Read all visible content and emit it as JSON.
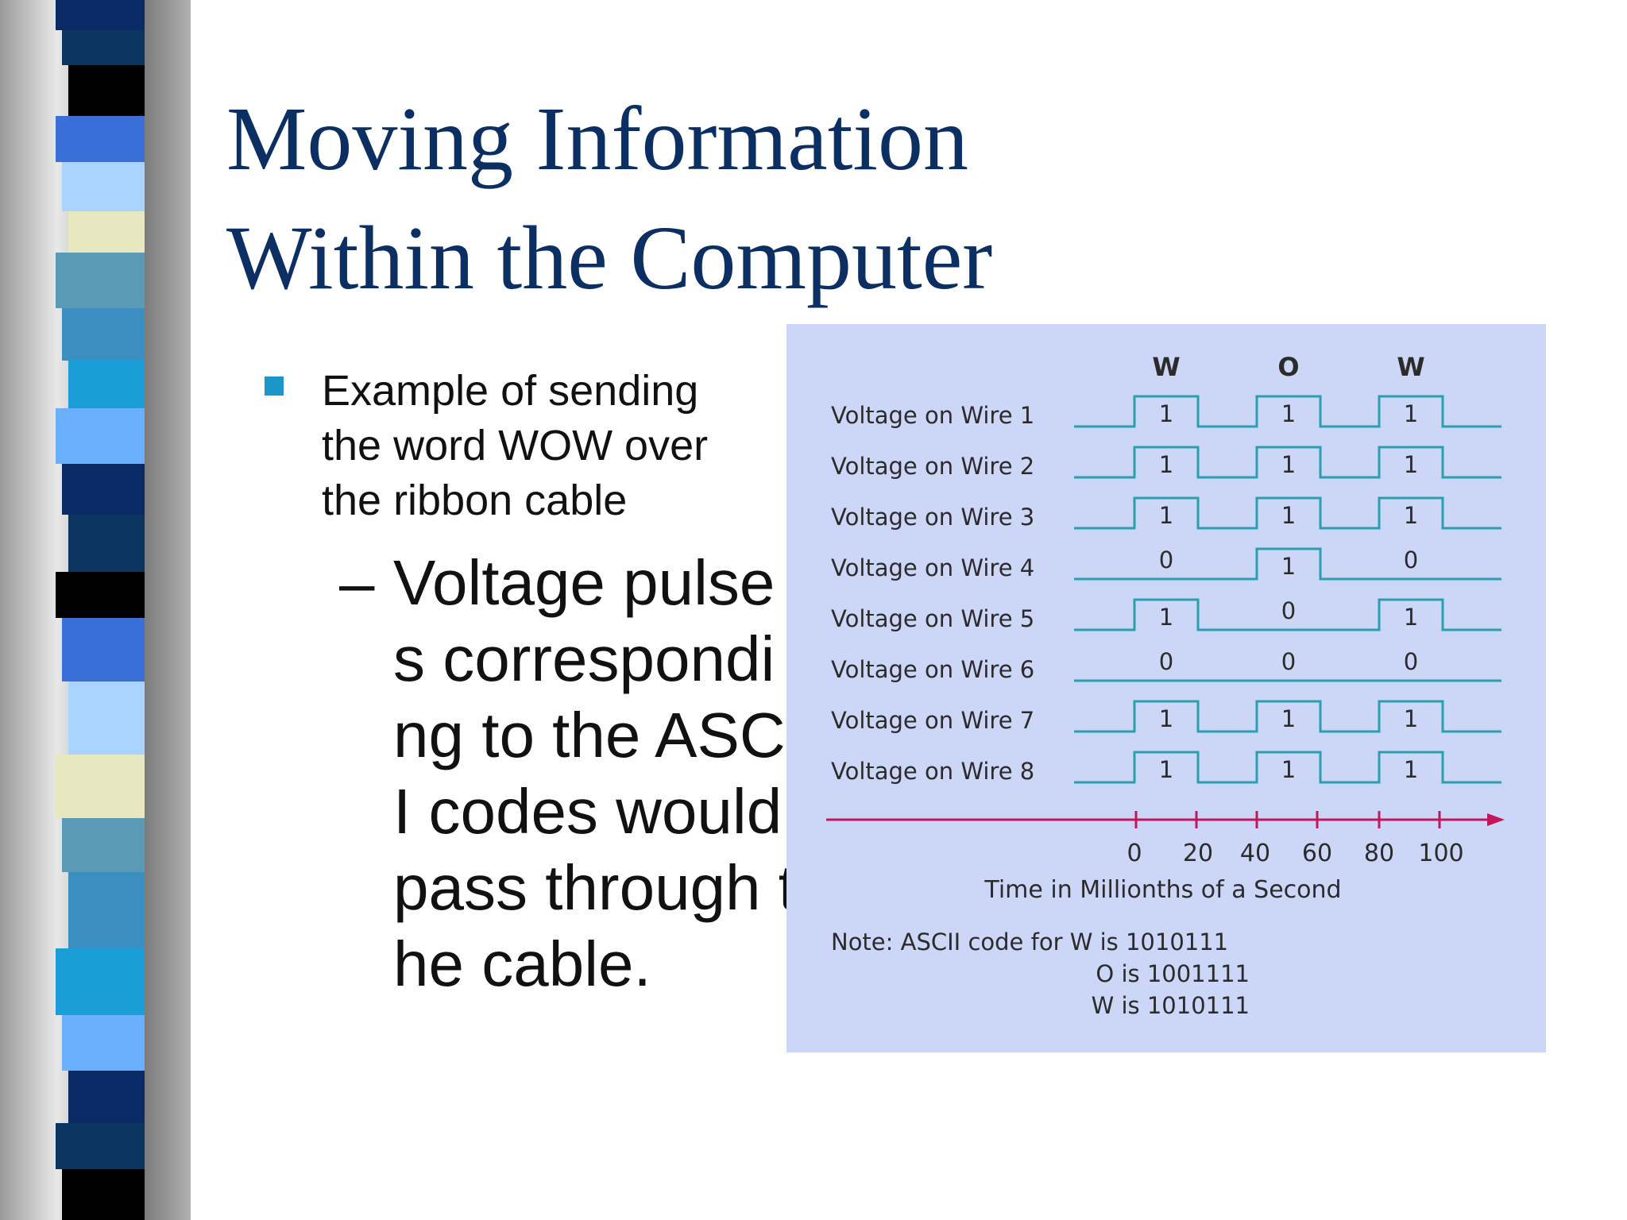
{
  "slide": {
    "title_lines": [
      "Moving Information",
      "Within the Computer"
    ],
    "bullet": "Example of sending the word WOW over the ribbon cable",
    "sub_bullet_dash": "–",
    "sub_bullet": "Voltage pulses corresponding to the ASCII codes would pass through the cable."
  },
  "colors": {
    "title": "#0c2f63",
    "figure_bg": "#ccd6f7",
    "signal": "#2b9fb0",
    "time_axis": "#c2185b",
    "bullet": "#1c95c9"
  },
  "figure": {
    "letters": [
      "W",
      "O",
      "W"
    ],
    "wire_labels": [
      "Voltage on Wire 1",
      "Voltage on Wire 2",
      "Voltage on Wire 3",
      "Voltage on Wire 4",
      "Voltage on Wire 5",
      "Voltage on Wire 6",
      "Voltage on Wire 7",
      "Voltage on Wire 8"
    ],
    "bits": [
      [
        "1",
        "1",
        "1"
      ],
      [
        "1",
        "1",
        "1"
      ],
      [
        "1",
        "1",
        "1"
      ],
      [
        "0",
        "1",
        "0"
      ],
      [
        "1",
        "0",
        "1"
      ],
      [
        "0",
        "0",
        "0"
      ],
      [
        "1",
        "1",
        "1"
      ],
      [
        "1",
        "1",
        "1"
      ]
    ],
    "time_ticks": [
      "0",
      "20",
      "40",
      "60",
      "80",
      "100"
    ],
    "time_label": "Time in Millionths of a Second",
    "note_lines": [
      "Note: ASCII code for W is 1010111",
      "O is 1001111",
      "W is 1010111"
    ]
  }
}
